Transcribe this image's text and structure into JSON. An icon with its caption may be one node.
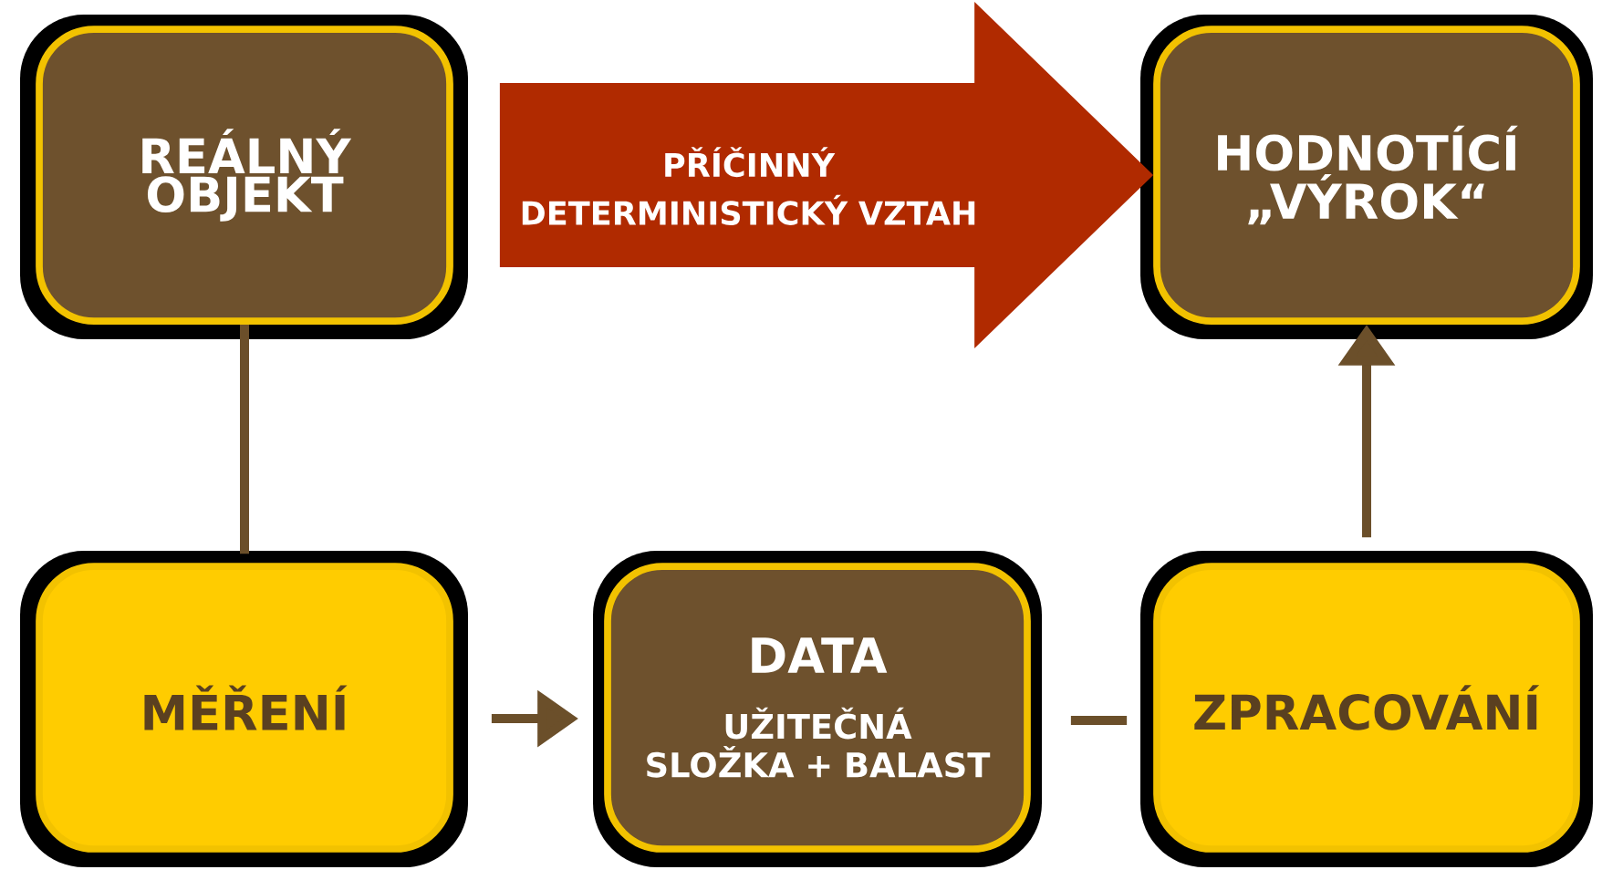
{
  "diagram": {
    "nodes": [
      {
        "text": [
          "REÁLNÝ OBJEKT"
        ]
      },
      {
        "text": [
          "HODNOTÍCÍ „VÝROK“"
        ]
      },
      {
        "text": [
          "MĚŘENÍ"
        ]
      },
      {
        "text": [
          "DATA",
          "UŽITEČNÁ SLOŽKA + BALAST"
        ]
      },
      {
        "text": [
          "ZPRACOVÁNÍ"
        ]
      }
    ],
    "edges": [
      {
        "from": 0,
        "to": 1,
        "arrow": "to",
        "label": "PŘÍČINNÝ DETERMINISTICKÝ VZTAH",
        "style": "thick",
        "color": "#b02a00"
      },
      {
        "from": 0,
        "to": 2,
        "arrow": "none"
      },
      {
        "from": 2,
        "to": 3,
        "arrow": "to"
      },
      {
        "from": 3,
        "to": 4,
        "arrow": "none"
      },
      {
        "from": 4,
        "to": 1,
        "arrow": "to"
      }
    ]
  }
}
